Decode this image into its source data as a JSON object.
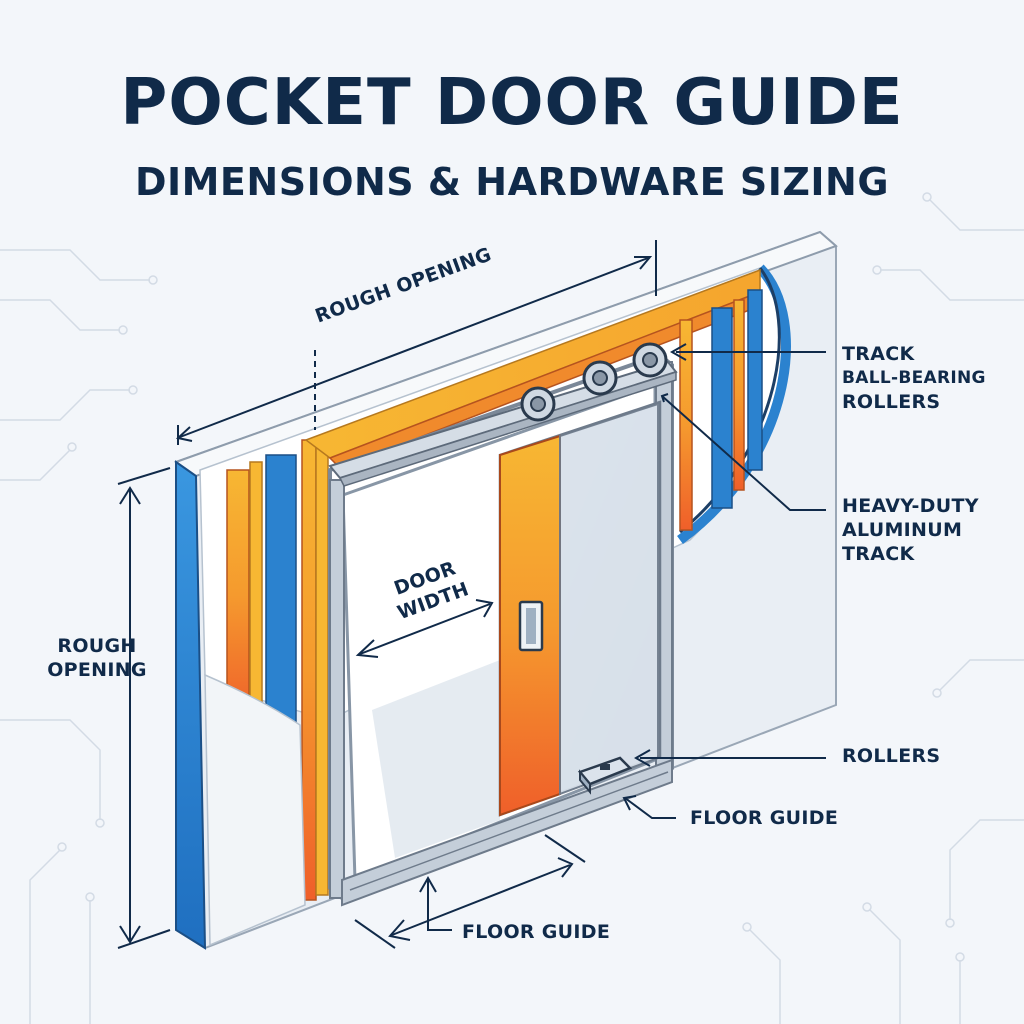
{
  "header": {
    "title": "POCKET DOOR GUIDE",
    "subtitle": "DIMENSIONS & HARDWARE SIZING"
  },
  "labels": {
    "rough_opening_top": "ROUGH OPENING",
    "rough_opening_left": [
      "ROUGH",
      "OPENING"
    ],
    "door_width": [
      "DOOR",
      "WIDTH"
    ],
    "track_rollers": [
      "TRACK",
      "BALL-BEARING",
      "ROLLERS"
    ],
    "aluminum_track": [
      "HEAVY-DUTY",
      "ALUMINUM",
      "TRACK"
    ],
    "rollers": "ROLLERS",
    "floor_guide_right": "FLOOR GUIDE",
    "floor_guide_bottom": "FLOOR GUIDE"
  },
  "colors": {
    "navy": "#102a49",
    "blue": "#2b82cf",
    "orange": "#f07a2a",
    "yellow": "#f7b733",
    "metal": "#9aa6b4",
    "wall": "#e8edf3"
  }
}
